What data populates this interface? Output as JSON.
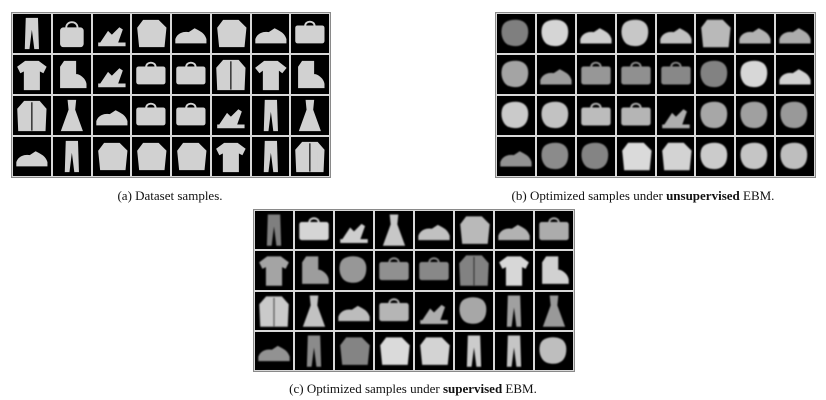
{
  "figure": {
    "panel_a": {
      "caption_prefix": "(a) Dataset samples.",
      "tiles": [
        "trousers",
        "handbag",
        "sandal",
        "pullover",
        "sneaker",
        "pullover",
        "sneaker",
        "bag",
        "shirt",
        "ankle-boot",
        "sandal",
        "bag",
        "bag",
        "coat",
        "tshirt",
        "ankle-boot",
        "coat",
        "dress",
        "sneaker",
        "bag",
        "bag",
        "sandal",
        "trousers",
        "dress",
        "sneaker",
        "trousers",
        "pullover",
        "pullover",
        "pullover",
        "shirt",
        "trousers",
        "coat"
      ]
    },
    "panel_b": {
      "caption_prefix": "(b) Optimized samples under ",
      "caption_bold": "unsupervised",
      "caption_suffix": " EBM.",
      "tiles": [
        "blob",
        "blob",
        "sneaker",
        "blob",
        "sneaker",
        "pullover",
        "sneaker",
        "sneaker",
        "blob",
        "sneaker",
        "bag",
        "bag",
        "bag",
        "blob",
        "blob",
        "sneaker",
        "blob",
        "blob",
        "bag",
        "bag",
        "sandal",
        "blob",
        "blob",
        "blob",
        "sneaker",
        "blob",
        "blob",
        "pullover",
        "pullover",
        "blob",
        "blob",
        "blob"
      ]
    },
    "panel_c": {
      "caption_prefix": "(c) Optimized samples under ",
      "caption_bold": "supervised",
      "caption_suffix": " EBM.",
      "tiles": [
        "trousers",
        "bag",
        "sandal",
        "dress",
        "sneaker",
        "pullover",
        "sneaker",
        "bag",
        "shirt",
        "ankle-boot",
        "blob",
        "bag",
        "bag",
        "coat",
        "shirt",
        "ankle-boot",
        "coat",
        "dress",
        "sneaker",
        "bag",
        "sandal",
        "blob",
        "trousers",
        "dress",
        "sneaker",
        "trousers",
        "pullover",
        "pullover",
        "pullover",
        "trousers",
        "trousers",
        "blob"
      ]
    }
  }
}
